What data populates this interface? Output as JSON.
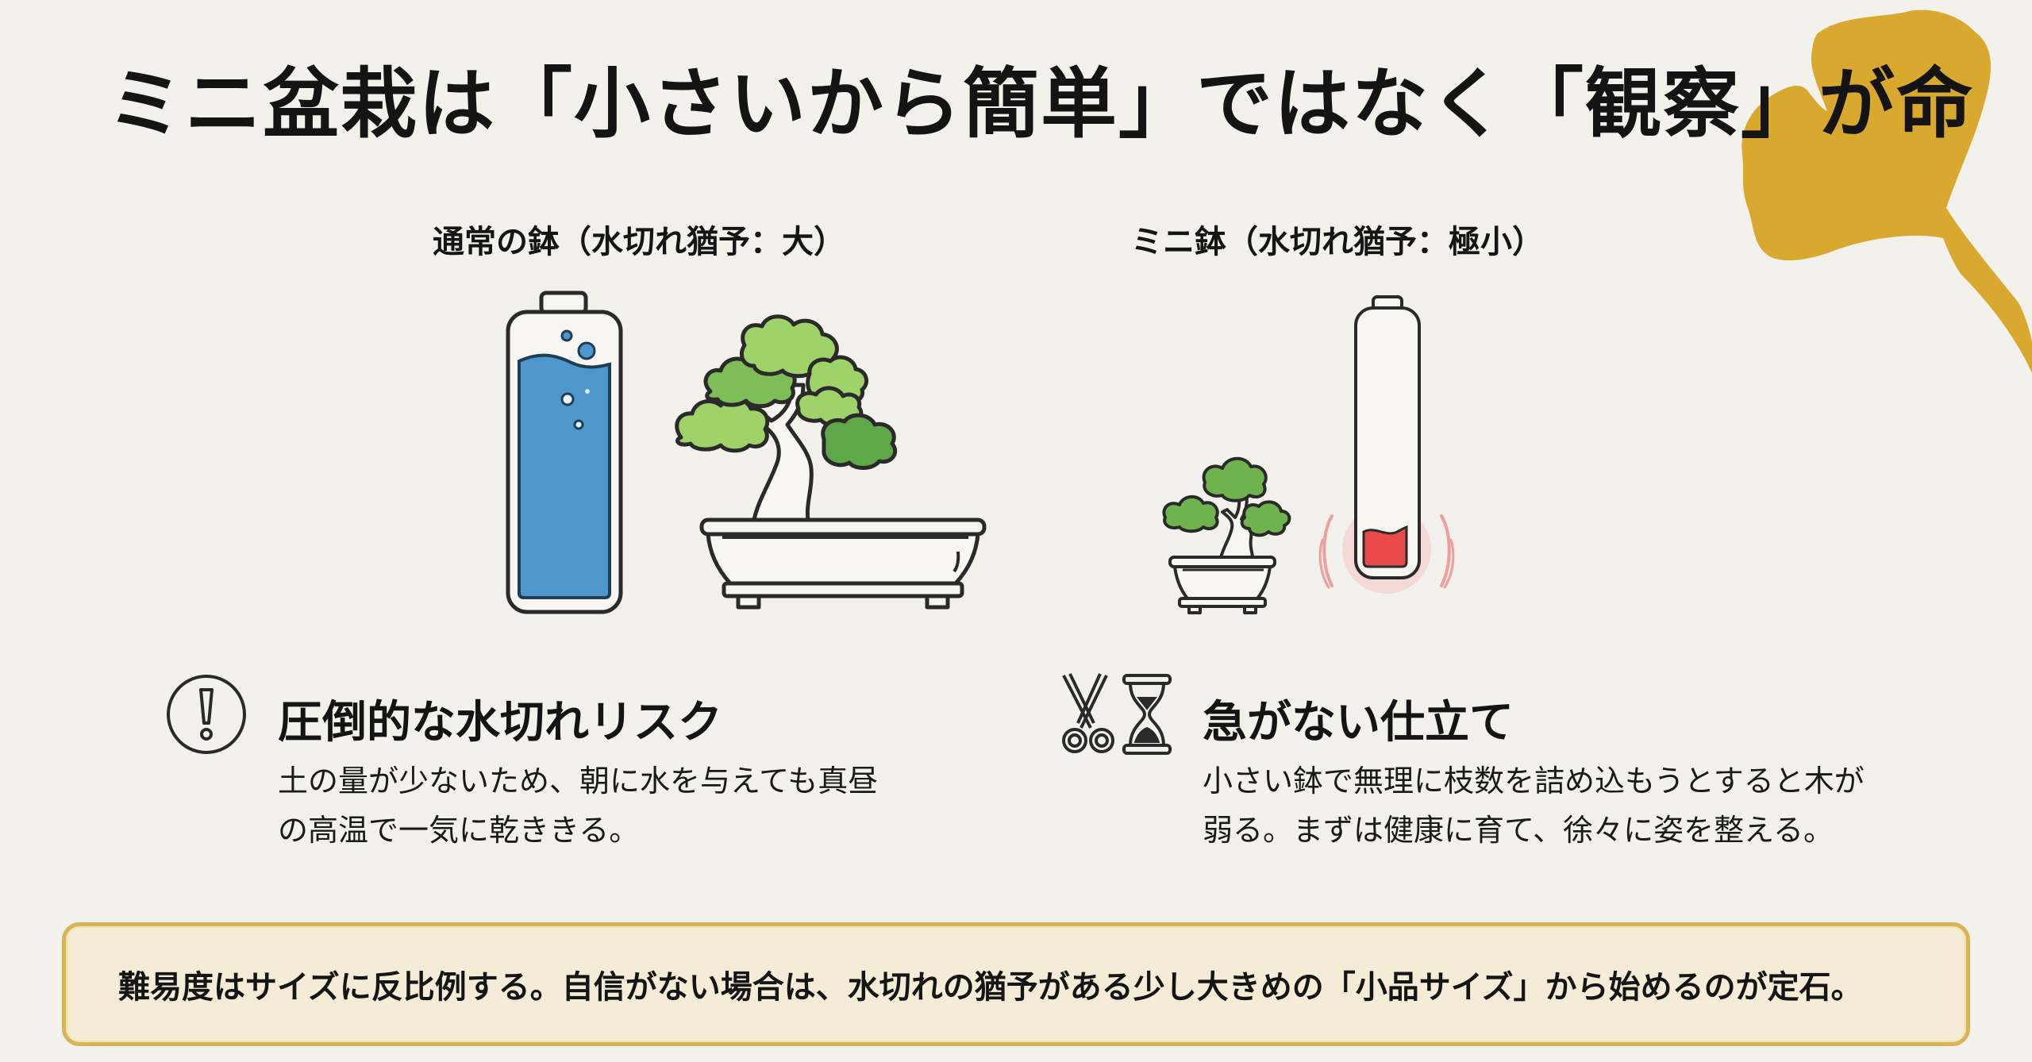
{
  "title": "ミニ盆栽は「小さいから簡単」ではなく「観察」が命",
  "comparison": {
    "left": {
      "label": "通常の鉢（水切れ猶予：大）",
      "illustration": "full-water-battery-with-large-bonsai",
      "water_color": "#4d97cc"
    },
    "right": {
      "label": "ミニ鉢（水切れ猶予：極小）",
      "illustration": "low-red-battery-with-small-bonsai",
      "water_color": "#e84a4a"
    }
  },
  "points": [
    {
      "icon": "exclamation-circle-icon",
      "heading": "圧倒的な水切れリスク",
      "body_line1": "土の量が少ないため、朝に水を与えても真昼",
      "body_line2": "の高温で一気に乾ききる。"
    },
    {
      "icon": "scissors-hourglass-icon",
      "heading": "急がない仕立て",
      "body_line1": "小さい鉢で無理に枝数を詰め込もうとすると木が",
      "body_line2": "弱る。まずは健康に育て、徐々に姿を整える。"
    }
  ],
  "callout": {
    "text": "難易度はサイズに反比例する。自信がない場合は、水切れの猶予がある少し大きめの「小品サイズ」から始めるのが定石。"
  },
  "colors": {
    "background": "#f3f1ec",
    "accent_gold": "#d9a82e",
    "callout_bg": "#f4ecd7",
    "callout_border": "#d9b358",
    "foliage_light": "#9fd36a",
    "foliage_dark": "#5fa84a",
    "alert_red": "#e84a4a"
  }
}
